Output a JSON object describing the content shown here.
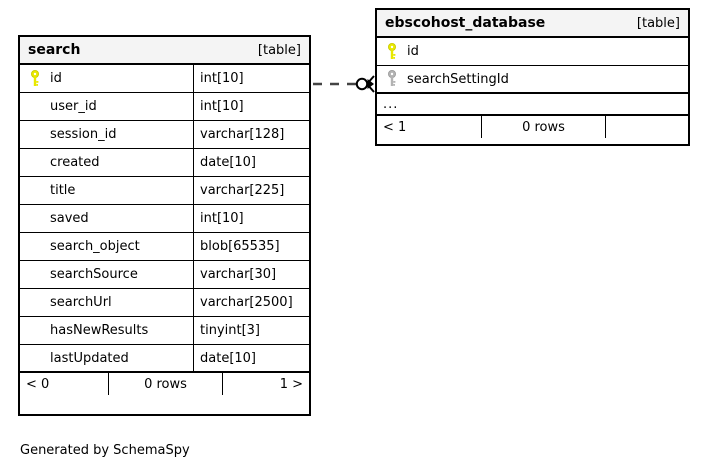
{
  "diagram": {
    "type": "entity-relationship",
    "caption": "Generated by SchemaSpy",
    "tables": [
      {
        "id": "search",
        "name": "search",
        "tag": "[table]",
        "columns": [
          {
            "name": "id",
            "type": "int[10]",
            "key": "primary"
          },
          {
            "name": "user_id",
            "type": "int[10]",
            "key": "none"
          },
          {
            "name": "session_id",
            "type": "varchar[128]",
            "key": "none"
          },
          {
            "name": "created",
            "type": "date[10]",
            "key": "none"
          },
          {
            "name": "title",
            "type": "varchar[225]",
            "key": "none"
          },
          {
            "name": "saved",
            "type": "int[10]",
            "key": "none"
          },
          {
            "name": "search_object",
            "type": "blob[65535]",
            "key": "none"
          },
          {
            "name": "searchSource",
            "type": "varchar[30]",
            "key": "none"
          },
          {
            "name": "searchUrl",
            "type": "varchar[2500]",
            "key": "none"
          },
          {
            "name": "hasNewResults",
            "type": "tinyint[3]",
            "key": "none"
          },
          {
            "name": "lastUpdated",
            "type": "date[10]",
            "key": "none"
          }
        ],
        "has_ellipsis": false,
        "footer": {
          "left": "< 0",
          "middle": "0 rows",
          "right": "1 >"
        }
      },
      {
        "id": "ebscohost_database",
        "name": "ebscohost_database",
        "tag": "[table]",
        "columns": [
          {
            "name": "id",
            "type": "",
            "key": "primary"
          },
          {
            "name": "searchSettingId",
            "type": "",
            "key": "foreign"
          }
        ],
        "has_ellipsis": true,
        "ellipsis": "...",
        "footer": {
          "left": "< 1",
          "middle": "0 rows",
          "right": ""
        }
      }
    ],
    "relationships": [
      {
        "from_table": "search",
        "from_column": "id",
        "to_table": "ebscohost_database",
        "to_column": "searchSettingId",
        "line_style": "dashed",
        "from_cardinality": "one",
        "to_cardinality": "zero-or-many"
      }
    ]
  },
  "colors": {
    "primary_key": "#e8e800",
    "foreign_key": "#b3b3b3",
    "header_background": "#f4f4f4",
    "border": "#000000",
    "text": "#000000",
    "background": "#ffffff"
  }
}
